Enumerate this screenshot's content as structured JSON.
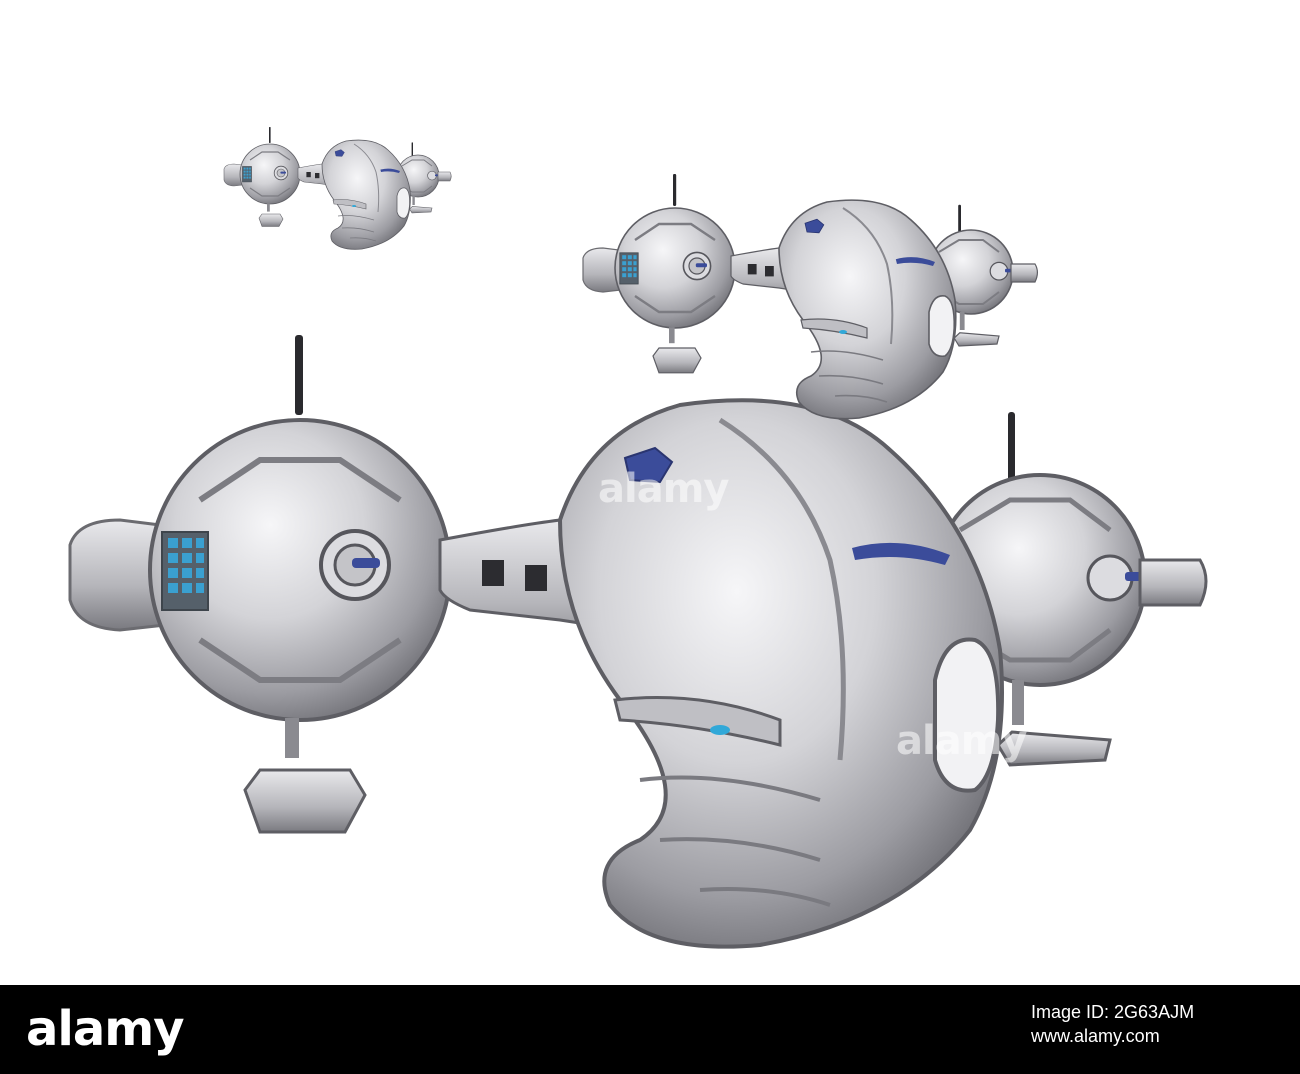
{
  "footer": {
    "logo": "alamy",
    "image_id_label": "Image ID: 2G63AJM",
    "site": "www.alamy.com"
  },
  "watermark": "alamy",
  "colors": {
    "hull_light": "#e4e4e6",
    "hull_mid": "#b8b8bc",
    "hull_dark": "#6e6e74",
    "window_blue": "#3b4c9a",
    "light_cyan": "#31a8d8",
    "footer_bg": "#000000"
  }
}
